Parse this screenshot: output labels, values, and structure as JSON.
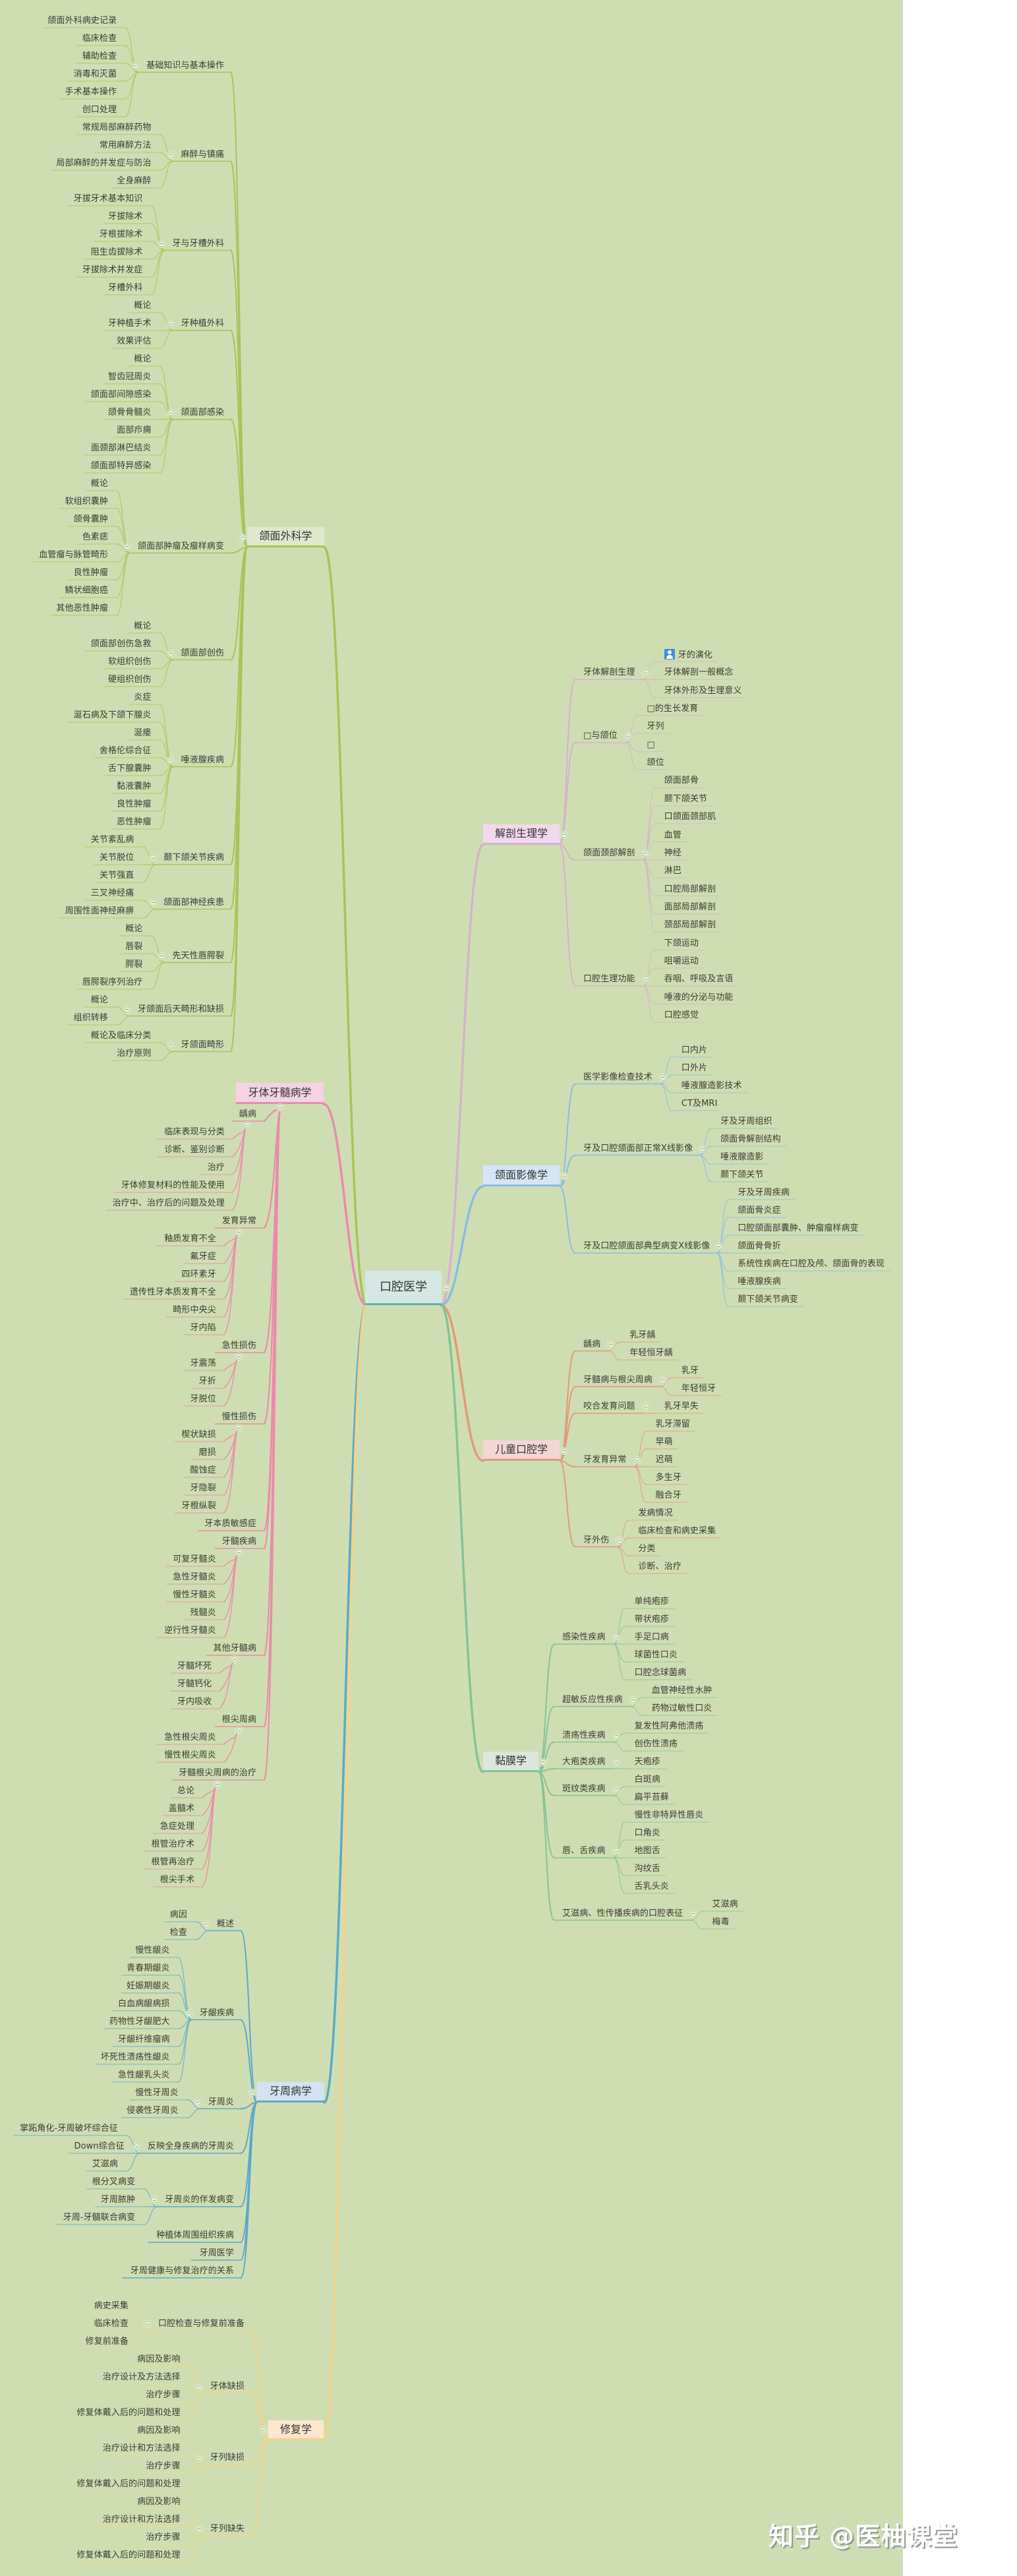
{
  "mindmap": {
    "center": {
      "label": "口腔医学",
      "color": "#62b3aa",
      "fill": "#d5e8e4"
    },
    "branches": [
      {
        "label": "颌面外科学",
        "side": "left",
        "color": "#a6c458",
        "fill": "#e0e8cc",
        "children": [
          {
            "label": "基础知识与基本操作",
            "children": [
              "颌面外科病史记录",
              "临床检查",
              "辅助检查",
              "消毒和灭菌",
              "手术基本操作",
              "创口处理"
            ]
          },
          {
            "label": "麻醉与镇痛",
            "children": [
              "常规局部麻醉药物",
              "常用麻醉方法",
              "局部麻醉的并发症与防治",
              "全身麻醉"
            ]
          },
          {
            "label": "牙与牙槽外科",
            "children": [
              "牙拔牙术基本知识",
              "牙拔除术",
              "牙根拔除术",
              "阻生齿拔除术",
              "牙拔除术并发症",
              "牙槽外科"
            ]
          },
          {
            "label": "牙种植外科",
            "children": [
              "概论",
              "牙种植手术",
              "效果评估"
            ]
          },
          {
            "label": "颌面部感染",
            "children": [
              "概论",
              "智齿冠周炎",
              "颌面部间隙感染",
              "颌骨骨髓炎",
              "面部疖痈",
              "面颈部淋巴结炎",
              "颌面部特异感染"
            ]
          },
          {
            "label": "颌面部肿瘤及瘤样病变",
            "children": [
              "概论",
              "软组织囊肿",
              "颌骨囊肿",
              "色素痣",
              "血管瘤与脉管畸形",
              "良性肿瘤",
              "鳞状细胞癌",
              "其他恶性肿瘤"
            ]
          },
          {
            "label": "颌面部创伤",
            "children": [
              "概论",
              "颌面部创伤急救",
              "软组织创伤",
              "硬组织创伤"
            ]
          },
          {
            "label": "唾液腺疾病",
            "children": [
              "炎症",
              "涎石病及下颌下腺炎",
              "涎瘘",
              "舍格伦综合征",
              "舌下腺囊肿",
              "黏液囊肿",
              "良性肿瘤",
              "恶性肿瘤"
            ]
          },
          {
            "label": "颞下颌关节疾病",
            "children": [
              "关节紊乱病",
              "关节脱位",
              "关节强直"
            ]
          },
          {
            "label": "颌面部神经疾患",
            "children": [
              "三叉神经痛",
              "周围性面神经麻痹"
            ]
          },
          {
            "label": "先天性唇腭裂",
            "children": [
              "概论",
              "唇裂",
              "腭裂",
              "唇腭裂序列治疗"
            ]
          },
          {
            "label": "牙颌面后天畸形和缺损",
            "children": [
              "概论",
              "组织转移"
            ]
          },
          {
            "label": "牙颌面畸形",
            "children": [
              "概论及临床分类",
              "治疗原则"
            ]
          }
        ]
      },
      {
        "label": "牙体牙髓病学",
        "side": "left",
        "color": "#e98bab",
        "fill": "#f5d2e4",
        "children": [
          {
            "label": "龋病",
            "children": [
              "临床表现与分类",
              "诊断、鉴别诊断",
              "治疗",
              "牙体修复材料的性能及使用",
              "治疗中、治疗后的问题及处理"
            ]
          },
          {
            "label": "发育异常",
            "children": [
              "釉质发育不全",
              "氟牙症",
              "四环素牙",
              "遗传性牙本质发育不全",
              "畸形中央尖",
              "牙内陷"
            ]
          },
          {
            "label": "急性损伤",
            "children": [
              "牙震荡",
              "牙折",
              "牙脱位"
            ]
          },
          {
            "label": "慢性损伤",
            "children": [
              "楔状缺损",
              "磨损",
              "酸蚀症",
              "牙隐裂",
              "牙根纵裂"
            ]
          },
          {
            "label": "牙本质敏感症"
          },
          {
            "label": "牙髓疾病",
            "children": [
              "可复牙髓炎",
              "急性牙髓炎",
              "慢性牙髓炎",
              "残髓炎",
              "逆行性牙髓炎"
            ]
          },
          {
            "label": "其他牙髓病",
            "children": [
              "牙髓坏死",
              "牙髓钙化",
              "牙内吸收"
            ]
          },
          {
            "label": "根尖周病",
            "children": [
              "急性根尖周炎",
              "慢性根尖周炎"
            ]
          },
          {
            "label": "牙髓根尖周病的治疗",
            "children": [
              "总论",
              "盖髓术",
              "急症处理",
              "根管治疗术",
              "根管再治疗",
              "根尖手术"
            ]
          }
        ]
      },
      {
        "label": "牙周病学",
        "side": "left",
        "color": "#5aa9c9",
        "fill": "#d2e3f1",
        "children": [
          {
            "label": "概述",
            "children": [
              "病因",
              "检查"
            ]
          },
          {
            "label": "牙龈疾病",
            "children": [
              "慢性龈炎",
              "青春期龈炎",
              "妊娠期龈炎",
              "白血病龈病损",
              "药物性牙龈肥大",
              "牙龈纤维瘤病",
              "坏死性溃疡性龈炎",
              "急性龈乳头炎"
            ]
          },
          {
            "label": "牙周炎",
            "children": [
              "慢性牙周炎",
              "侵袭性牙周炎"
            ]
          },
          {
            "label": "反映全身疾病的牙周炎",
            "children": [
              "掌跖角化-牙周破坏综合征",
              "Down综合征",
              "艾滋病"
            ]
          },
          {
            "label": "牙周炎的伴发病变",
            "children": [
              "根分叉病变",
              "牙周脓肿",
              "牙周-牙髓联合病变"
            ]
          },
          {
            "label": "种植体周围组织疾病"
          },
          {
            "label": "牙周医学"
          },
          {
            "label": "牙周健康与修复治疗的关系"
          }
        ]
      },
      {
        "label": "修复学",
        "side": "left",
        "color": "#f2d38a",
        "fill": "#fde8cd",
        "children": [
          {
            "label": "口腔检查与修复前准备",
            "children": [
              "病史采集",
              "临床检查",
              "修复前准备"
            ]
          },
          {
            "label": "牙体缺损",
            "children": [
              "病因及影响",
              "治疗设计及方法选择",
              "治疗步骤",
              "修复体戴入后的问题和处理"
            ]
          },
          {
            "label": "牙列缺损",
            "children": [
              "病因及影响",
              "治疗设计和方法选择",
              "治疗步骤",
              "修复体戴入后的问题和处理"
            ]
          },
          {
            "label": "牙列缺失",
            "children": [
              "病因及影响",
              "治疗设计和方法选择",
              "治疗步骤",
              "修复体戴入后的问题和处理"
            ]
          }
        ]
      },
      {
        "label": "解剖生理学",
        "side": "right",
        "color": "#d5b2cb",
        "fill": "#f2d8ee",
        "children": [
          {
            "label": "牙体解剖生理",
            "children": [
              {
                "label": "牙的演化",
                "icon": "user-icon"
              },
              "牙体解剖一般概念",
              "牙体外形及生理意义"
            ]
          },
          {
            "label": "□与颌位",
            "children": [
              "□的生长发育",
              "牙列",
              "□",
              "颌位"
            ]
          },
          {
            "label": "颌面颈部解剖",
            "children": [
              "颌面部骨",
              "颞下颌关节",
              "口颌面颈部肌",
              "血管",
              "神经",
              "淋巴",
              "口腔局部解剖",
              "面部局部解剖",
              "颈部局部解剖"
            ]
          },
          {
            "label": "口腔生理功能",
            "children": [
              "下颌运动",
              "咀嚼运动",
              "吞咽、呼吸及言语",
              "唾液的分泌与功能",
              "口腔感觉"
            ]
          }
        ]
      },
      {
        "label": "颌面影像学",
        "side": "right",
        "color": "#87bde3",
        "fill": "#d4e6f6",
        "children": [
          {
            "label": "医学影像检查技术",
            "children": [
              "口内片",
              "口外片",
              "唾液腺造影技术",
              "CT及MRI"
            ]
          },
          {
            "label": "牙及口腔颌面部正常X线影像",
            "children": [
              "牙及牙周组织",
              "颌面骨解剖结构",
              "唾液腺造影",
              "颞下颌关节"
            ]
          },
          {
            "label": "牙及口腔颌面部典型病变X线影像",
            "children": [
              "牙及牙周疾病",
              "颌面骨炎症",
              "口腔颌面部囊肿、肿瘤瘤样病变",
              "颌面骨骨折",
              "系统性疾病在口腔及颅、颌面骨的表现",
              "唾液腺疾病",
              "颞下颌关节病变"
            ]
          }
        ]
      },
      {
        "label": "儿童口腔学",
        "side": "right",
        "color": "#e2987c",
        "fill": "#f5d5d6",
        "children": [
          {
            "label": "龋病",
            "children": [
              "乳牙龋",
              "年轻恒牙龋"
            ]
          },
          {
            "label": "牙髓病与根尖周病",
            "children": [
              "乳牙",
              "年轻恒牙"
            ]
          },
          {
            "label": "咬合发育问题",
            "children": [
              "乳牙早失"
            ]
          },
          {
            "label": "牙发育异常",
            "children": [
              "乳牙滞留",
              "早萌",
              "迟萌",
              "多生牙",
              "融合牙"
            ]
          },
          {
            "label": "牙外伤",
            "children": [
              "发病情况",
              "临床检查和病史采集",
              "分类",
              "诊断、治疗"
            ]
          }
        ]
      },
      {
        "label": "黏膜学",
        "side": "right",
        "color": "#86c297",
        "fill": "#dbe6dc",
        "children": [
          {
            "label": "感染性疾病",
            "children": [
              "单纯疱疹",
              "带状疱疹",
              "手足口病",
              "球菌性口炎",
              "口腔念球菌病"
            ]
          },
          {
            "label": "超敏反应性疾病",
            "children": [
              "血管神经性水肿",
              "药物过敏性口炎"
            ]
          },
          {
            "label": "溃疡性疾病",
            "children": [
              "复发性阿弗他溃疡",
              "创伤性溃疡"
            ]
          },
          {
            "label": "大疱类疾病",
            "children": [
              "天疱疹"
            ]
          },
          {
            "label": "斑纹类疾病",
            "children": [
              "白斑病",
              "扁平苔藓"
            ]
          },
          {
            "label": "唇、舌疾病",
            "children": [
              "慢性非特异性唇炎",
              "口角炎",
              "地图舌",
              "沟纹舌",
              "舌乳头炎"
            ]
          },
          {
            "label": "艾滋病、性传播疾病的口腔表征",
            "children": [
              "艾滋病",
              "梅毒"
            ]
          }
        ]
      }
    ]
  },
  "watermark": {
    "text": "知乎 @医柚课堂"
  }
}
